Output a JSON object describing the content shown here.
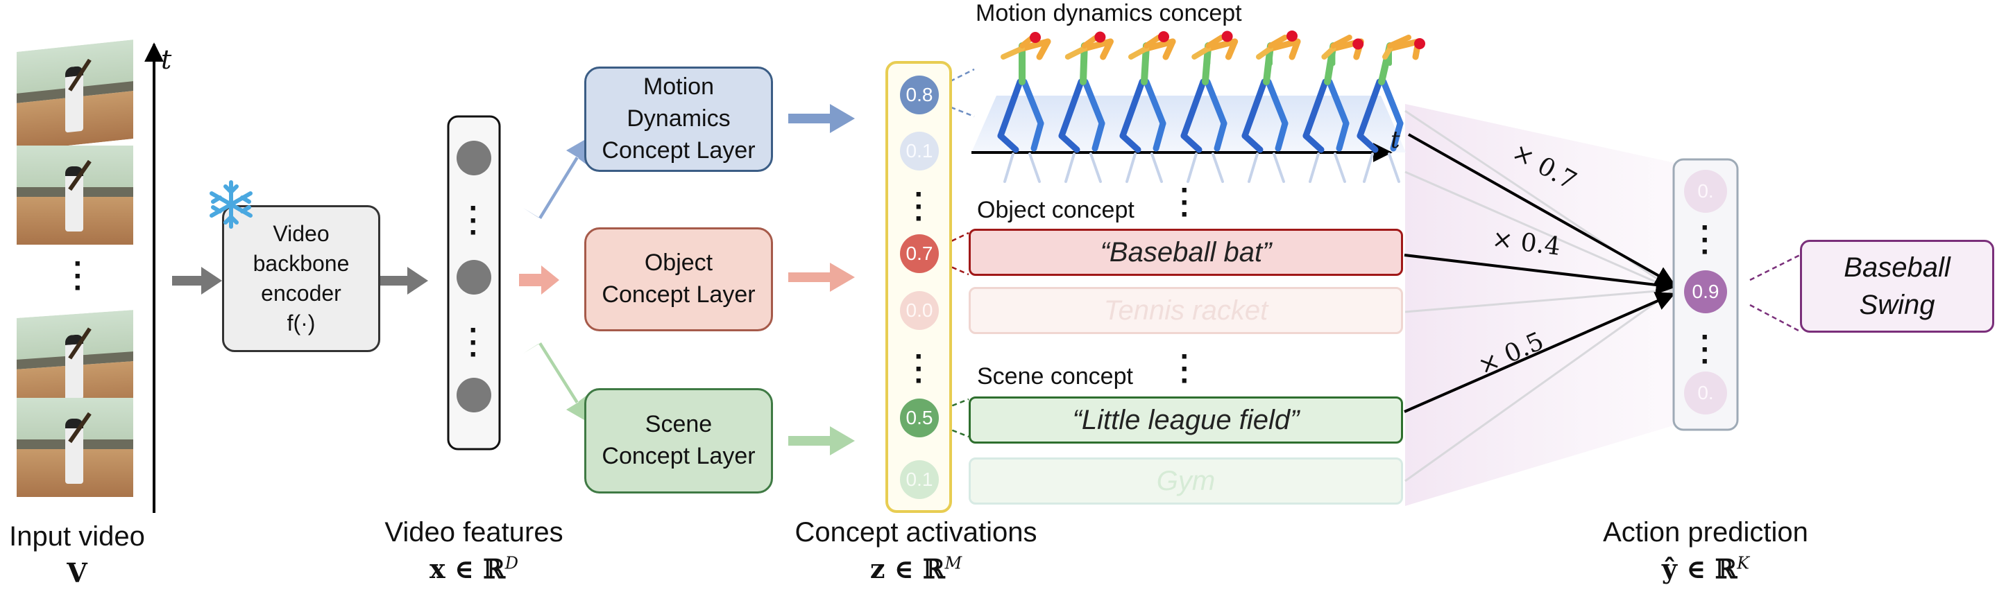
{
  "input": {
    "label": "Input video",
    "symbol": "V",
    "time_axis": "t"
  },
  "backbone": {
    "label": "Video\nbackbone\nencoder\nf(·)",
    "frozen_icon": "snowflake-icon",
    "color": "#4aa8e0"
  },
  "features": {
    "label": "Video features",
    "math": "x ∈ ℝ",
    "sup": "D"
  },
  "layers": [
    {
      "label": "Motion\nDynamics\nConcept Layer",
      "fill": "#d4deee",
      "stroke": "#3b5d85",
      "arrow": "#7f9ccb"
    },
    {
      "label": "Object\nConcept Layer",
      "fill": "#f6d7cf",
      "stroke": "#a65a4a",
      "arrow": "#eeaa9c"
    },
    {
      "label": "Scene\nConcept Layer",
      "fill": "#cfe4cc",
      "stroke": "#3f7a44",
      "arrow": "#a9d5a5"
    }
  ],
  "activations": {
    "label": "Concept activations",
    "math": "z ∈ ℝ",
    "sup": "M",
    "values": [
      {
        "text": "0.8",
        "color": "#6f8fc2",
        "faded": false
      },
      {
        "text": "0.1",
        "color": "#c9d4e8",
        "faded": true
      },
      {
        "text": "0.7",
        "color": "#d9635a",
        "faded": false
      },
      {
        "text": "0.0",
        "color": "#f1c9c2",
        "faded": true
      },
      {
        "text": "0.5",
        "color": "#6aab6a",
        "faded": false
      },
      {
        "text": "0.1",
        "color": "#c8e3c6",
        "faded": true
      }
    ],
    "frame_color": "#e8cd52"
  },
  "concepts": {
    "motion_title": "Motion dynamics concept",
    "motion_axis": "t",
    "object_title": "Object concept",
    "scene_title": "Scene concept",
    "items": [
      {
        "text": "“Baseball bat”",
        "fill": "#f7d8d8",
        "stroke": "#a01818",
        "faded": false
      },
      {
        "text": "Tennis racket",
        "fill": "#fbf1ef",
        "stroke": "#efd3ce",
        "faded": true
      },
      {
        "text": "“Little league field”",
        "fill": "#e2f1e0",
        "stroke": "#2e6f2e",
        "faded": false
      },
      {
        "text": "Gym",
        "fill": "#eef6ec",
        "stroke": "#d5e8d3",
        "faded": true
      }
    ]
  },
  "weights": [
    "× 0.7",
    "× 0.4",
    "× 0.5"
  ],
  "prediction": {
    "label": "Action prediction",
    "math": "ŷ ∈ ℝ",
    "sup": "K",
    "values": [
      {
        "text": "0.",
        "faded": true
      },
      {
        "text": "0.9",
        "faded": false
      },
      {
        "text": "0.",
        "faded": true
      }
    ],
    "node_color": "#a66fae",
    "frame_color": "#9eaab6"
  },
  "output": {
    "label": "Baseball\nSwing",
    "fill": "#f7eef7",
    "stroke": "#7a2f7a"
  }
}
